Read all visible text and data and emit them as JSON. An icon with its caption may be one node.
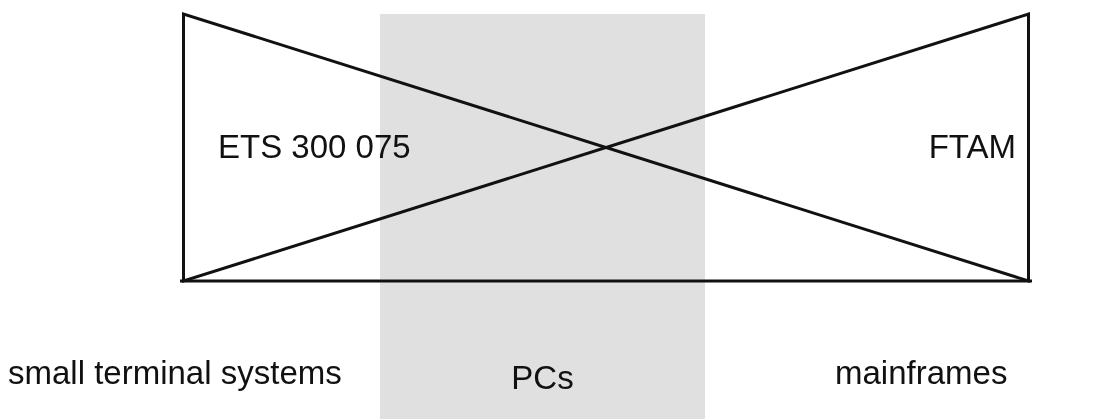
{
  "diagram": {
    "nodes": [
      {
        "text": [
          "PCs"
        ]
      },
      {
        "text": [
          "ETS 300 075"
        ]
      },
      {
        "text": [
          "FTAM"
        ]
      }
    ],
    "labels": [
      "small terminal systems",
      "mainframes"
    ]
  }
}
